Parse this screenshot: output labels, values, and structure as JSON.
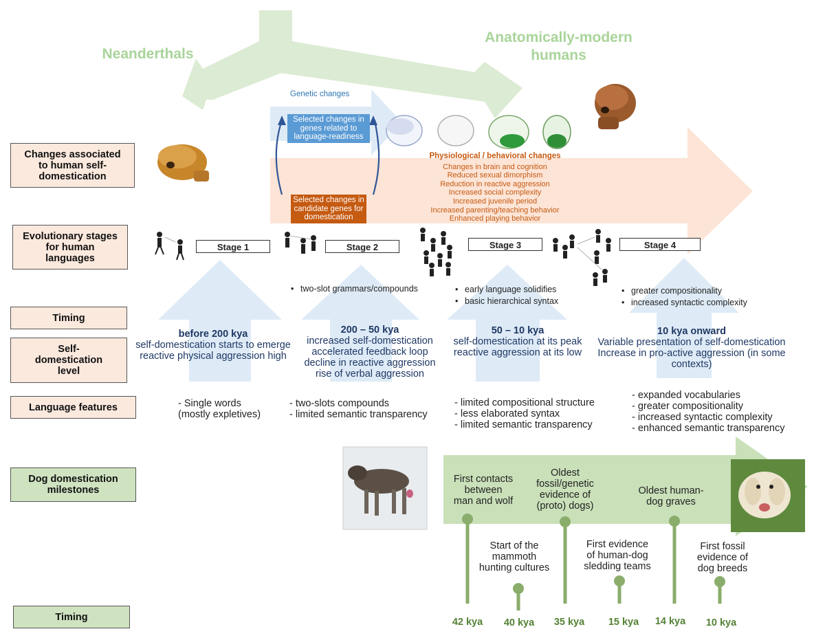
{
  "top": {
    "neanderthals": "Neanderthals",
    "modern_humans": "Anatomically-modern\nhumans"
  },
  "genetic": {
    "title": "Genetic changes",
    "language_box": "Selected changes in genes related to language-readiness",
    "domestication_box": "Selected changes in candidate genes for domestication"
  },
  "physiological": {
    "title": "Physiological / behavioral changes",
    "items": [
      "Changes in brain and cognition",
      "Reduced sexual dimorphism",
      "Reduction in reactive aggression",
      "Increased social complexity",
      "Increased juvenile period",
      "Increased parenting/teaching behavior",
      "Enhanced playing behavior"
    ]
  },
  "row_labels": {
    "self_dom": "Changes associated to human self-domestication",
    "evo": "Evolutionary stages for human languages",
    "timing1": "Timing",
    "level": "Self-domestication level",
    "lang": "Language features",
    "dog": "Dog domestication milestones",
    "timing2": "Timing"
  },
  "stages": [
    "Stage 1",
    "Stage 2",
    "Stage 3",
    "Stage 4"
  ],
  "stage_bullets": {
    "s2": [
      "two-slot grammars/compounds"
    ],
    "s3": [
      "early language solidifies",
      "basic hierarchical syntax"
    ],
    "s4": [
      "greater compositionality",
      "increased syntactic complexity"
    ]
  },
  "timing": {
    "t1": {
      "kya": "before 200 kya",
      "l1": "self-domestication starts to emerge",
      "l2": "reactive physical aggression high"
    },
    "t2": {
      "kya": "200 – 50 kya",
      "l1": "increased self-domestication",
      "l2": "accelerated feedback loop",
      "l3": "decline in reactive aggression",
      "l4": "rise of verbal aggression"
    },
    "t3": {
      "kya": "50 – 10 kya",
      "l1": "self-domestication at its peak",
      "l2": "reactive aggression at its low"
    },
    "t4": {
      "kya": "10 kya onward",
      "l1": "Variable presentation of self-domestication",
      "l2": "Increase in pro-active aggression (in some",
      "l3": "contexts)"
    }
  },
  "language_features": {
    "f1": [
      "- Single words",
      "(mostly expletives)"
    ],
    "f2": [
      "- two-slots compounds",
      "- limited semantic transparency"
    ],
    "f3": [
      "- limited compositional structure",
      "- less elaborated syntax",
      "- limited semantic transparency"
    ],
    "f4": [
      "- expanded vocabularies",
      "- greater compositionality",
      "- increased syntactic complexity",
      "- enhanced semantic transparency"
    ]
  },
  "dog_milestones": {
    "m1": "First contacts\nbetween\nman and wolf",
    "m2": "Start of the\nmammoth\nhunting cultures",
    "m3": "Oldest\nfossil/genetic\nevidence of\n(proto) dogs)",
    "m4": "First evidence\nof human-dog\nsledding teams",
    "m5": "Oldest human-\ndog graves",
    "m6": "First fossil\nevidence of\ndog breeds"
  },
  "kya": [
    "42 kya",
    "40 kya",
    "35 kya",
    "15 kya",
    "14 kya",
    "10 kya"
  ],
  "colors": {
    "green_arrow": "#dcebd3",
    "peach_arrow": "#fce4d6",
    "blue_arrow": "#deebf7",
    "dog_bar": "#c9e0b9",
    "stem": "#8aad6b",
    "navy": "#1f3864",
    "orange": "#c55a11",
    "gene_blue": "#5b9bd5",
    "gene_orange": "#c55a11"
  }
}
